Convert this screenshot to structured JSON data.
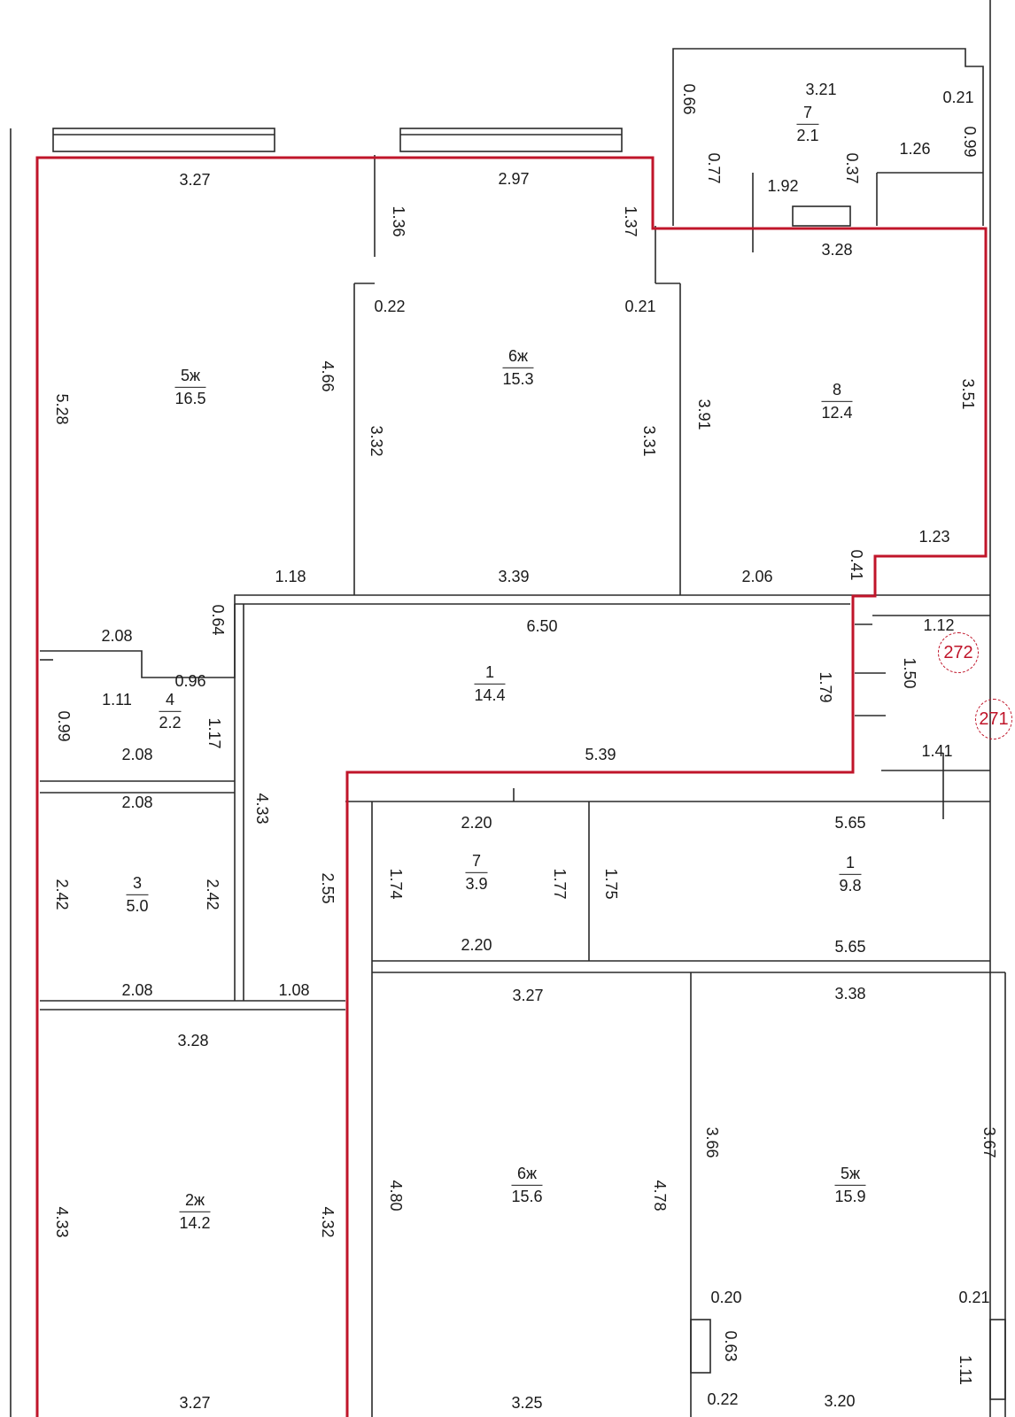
{
  "colors": {
    "wall": "#2a2a2a",
    "boundary": "#c0152a",
    "background": "#ffffff"
  },
  "rooms": [
    {
      "id": "5zh_top",
      "num": "5ж",
      "area": "16.5"
    },
    {
      "id": "6zh_top",
      "num": "6ж",
      "area": "15.3"
    },
    {
      "id": "8",
      "num": "8",
      "area": "12.4"
    },
    {
      "id": "7_top",
      "num": "7",
      "area": "2.1"
    },
    {
      "id": "1_hall",
      "num": "1",
      "area": "14.4"
    },
    {
      "id": "4",
      "num": "4",
      "area": "2.2"
    },
    {
      "id": "3",
      "num": "3",
      "area": "5.0"
    },
    {
      "id": "2zh",
      "num": "2ж",
      "area": "14.2"
    },
    {
      "id": "7_mid",
      "num": "7",
      "area": "3.9"
    },
    {
      "id": "1_right",
      "num": "1",
      "area": "9.8"
    },
    {
      "id": "6zh_bot",
      "num": "6ж",
      "area": "15.6"
    },
    {
      "id": "5zh_bot",
      "num": "5ж",
      "area": "15.9"
    }
  ],
  "dimensions": [
    "3.27",
    "2.97",
    "1.36",
    "1.37",
    "0.22",
    "0.21",
    "5.28",
    "4.66",
    "3.32",
    "3.31",
    "3.21",
    "0.21",
    "0.66",
    "0.99",
    "0.77",
    "1.92",
    "0.37",
    "1.26",
    "3.28",
    "3.91",
    "3.51",
    "1.23",
    "0.41",
    "1.18",
    "3.39",
    "2.06",
    "2.08",
    "0.64",
    "6.50",
    "1.12",
    "0.96",
    "1.11",
    "0.99",
    "1.17",
    "2.08",
    "1.79",
    "1.50",
    "5.39",
    "1.41",
    "2.08",
    "4.33",
    "2.20",
    "5.65",
    "2.42",
    "2.42",
    "2.55",
    "1.74",
    "1.77",
    "1.75",
    "2.20",
    "5.65",
    "2.08",
    "1.08",
    "3.27",
    "3.38",
    "3.28",
    "3.66",
    "3.67",
    "4.33",
    "4.32",
    "4.80",
    "4.78",
    "0.20",
    "0.21",
    "0.63",
    "1.11",
    "3.27",
    "3.25",
    "0.22",
    "3.20"
  ],
  "badges": [
    "272",
    "271"
  ]
}
